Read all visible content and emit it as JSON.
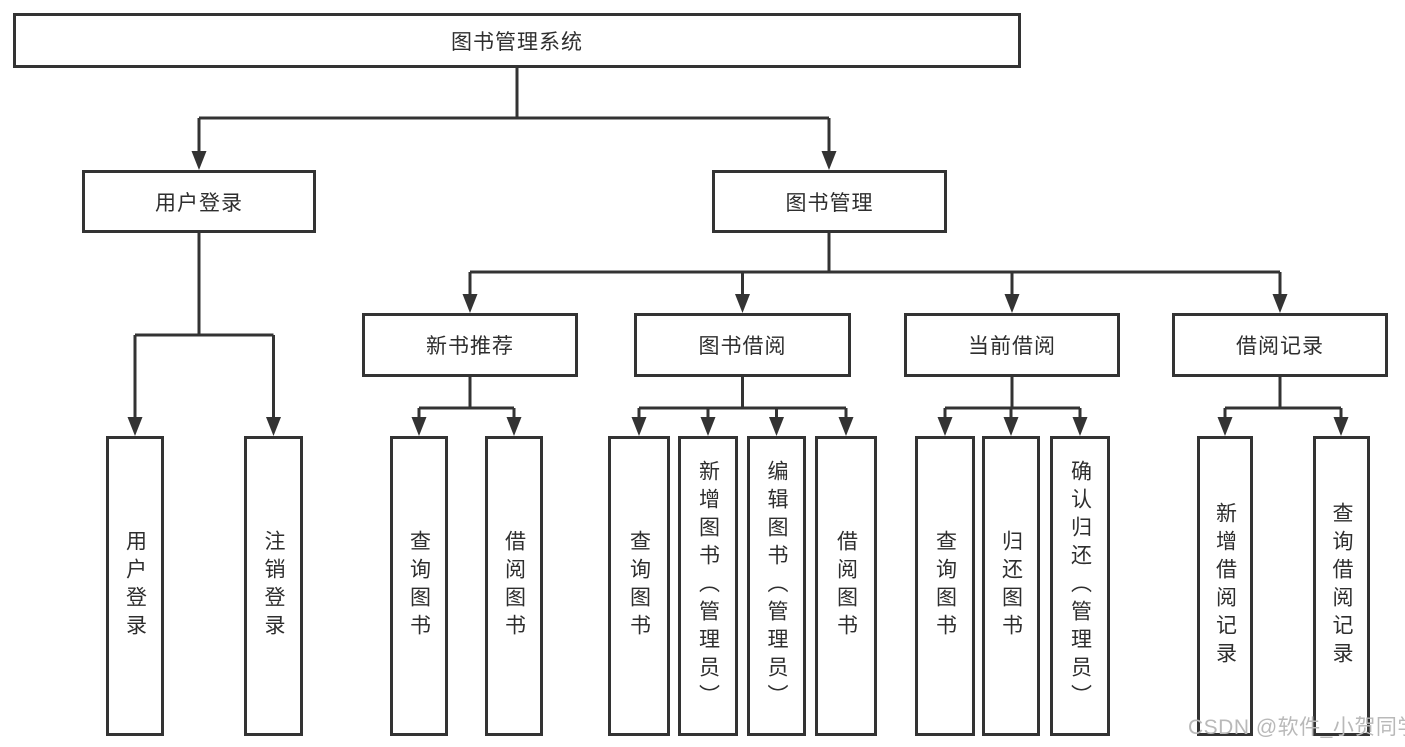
{
  "diagram": {
    "root": {
      "label": "图书管理系统"
    },
    "branches": [
      {
        "label": "用户登录",
        "children": [
          {
            "label": "用户登录"
          },
          {
            "label": "注销登录"
          }
        ]
      },
      {
        "label": "图书管理",
        "children": [
          {
            "label": "新书推荐",
            "children": [
              {
                "label": "查询图书"
              },
              {
                "label": "借阅图书"
              }
            ]
          },
          {
            "label": "图书借阅",
            "children": [
              {
                "label": "查询图书"
              },
              {
                "label": "新增图书（管理员）"
              },
              {
                "label": "编辑图书（管理员）"
              },
              {
                "label": "借阅图书"
              }
            ]
          },
          {
            "label": "当前借阅",
            "children": [
              {
                "label": "查询图书"
              },
              {
                "label": "归还图书"
              },
              {
                "label": "确认归还（管理员）"
              }
            ]
          },
          {
            "label": "借阅记录",
            "children": [
              {
                "label": "新增借阅记录"
              },
              {
                "label": "查询借阅记录"
              }
            ]
          }
        ]
      }
    ]
  },
  "watermark": "CSDN @软件_小贺同学",
  "colors": {
    "line": "#333333",
    "box_fill": "#ffffff",
    "text": "#2e2e2e",
    "watermark": "#b9b9b9",
    "background": "#ffffff"
  }
}
